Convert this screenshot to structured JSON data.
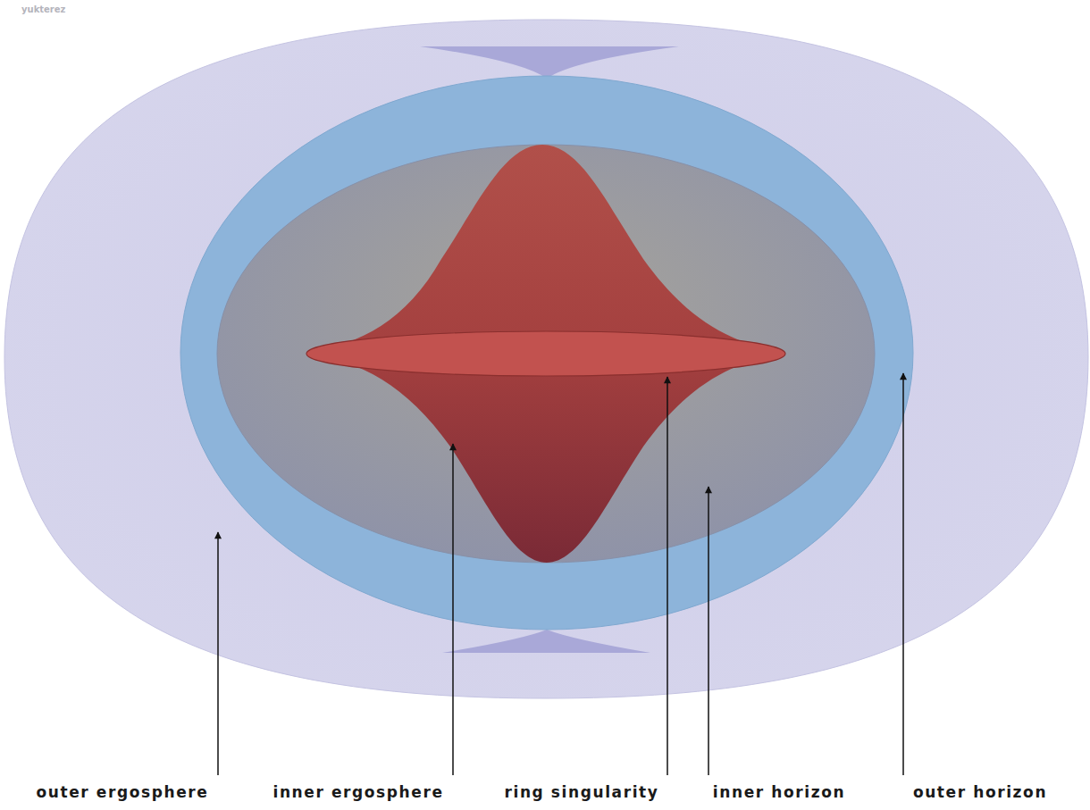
{
  "diagram": {
    "labels": [
      "yukterez",
      "outer ergosphere",
      "inner ergosphere",
      "ring singularity",
      "inner horizon",
      "outer horizon"
    ]
  }
}
